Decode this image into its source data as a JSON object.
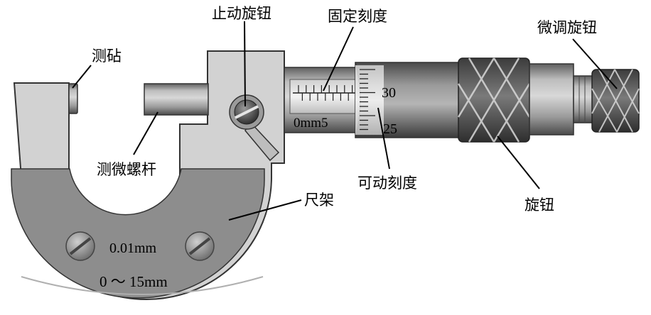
{
  "labels": {
    "stop_knob": "止动旋钮",
    "fixed_scale": "固定刻度",
    "fine_knob": "微调旋钮",
    "anvil": "测砧",
    "spindle": "测微螺杆",
    "movable_scale": "可动刻度",
    "frame": "尺架",
    "knob": "旋钮"
  },
  "frame_text": {
    "precision": "0.01mm",
    "range": "0 ～ 15mm"
  },
  "scale_text": {
    "fixed_unit": "0mm5",
    "thimble_upper": "30",
    "thimble_lower": "25"
  }
}
